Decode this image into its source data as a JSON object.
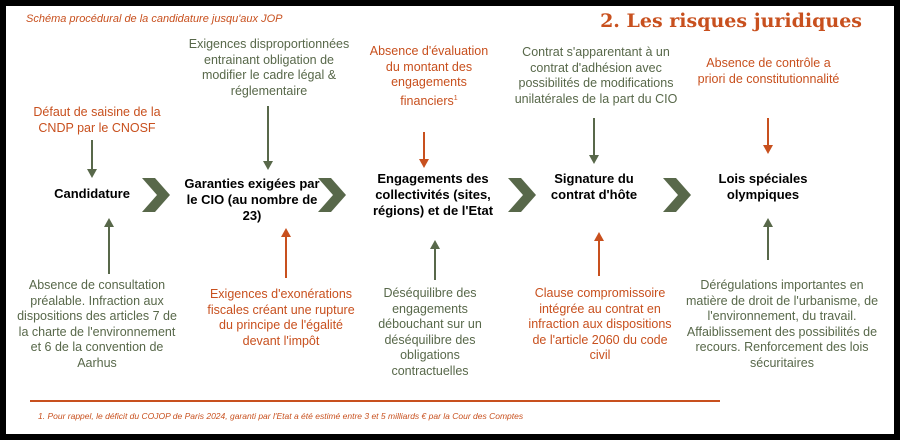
{
  "header": {
    "subtitle": "Schéma procédural de la candidature jusqu'aux JOP",
    "title": "2. Les risques juridiques"
  },
  "colors": {
    "accent": "#c8501e",
    "green": "#58684a",
    "chevron": "#58684a"
  },
  "steps": [
    {
      "label": "Candidature",
      "top_note": "Défaut de saisine de la CNDP par le CNOSF",
      "top_color": "orange",
      "bottom_note": "Absence de consultation préalable. Infraction aux dispositions des articles 7 de la charte de l'environnement et 6 de la convention de Aarhus",
      "bottom_color": "green"
    },
    {
      "label": "Garanties exigées par le CIO (au nombre de 23)",
      "top_note": "Exigences disproportionnées entrainant obligation de modifier le cadre légal & réglementaire",
      "top_color": "green",
      "bottom_note": "Exigences d'exonérations fiscales créant une rupture du principe de l'égalité devant l'impôt",
      "bottom_color": "orange"
    },
    {
      "label": "Engagements des collectivités (sites, régions) et de l'Etat",
      "top_note": "Absence d'évaluation du montant des engagements financiers",
      "top_note_sup": "1",
      "top_color": "orange",
      "bottom_note": "Déséquilibre des engagements débouchant sur un déséquilibre des obligations contractuelles",
      "bottom_color": "green"
    },
    {
      "label": "Signature du contrat d'hôte",
      "top_note": "Contrat s'apparentant à un contrat d'adhésion avec possibilités de modifications unilatérales de la part du CIO",
      "top_color": "green",
      "bottom_note": "Clause compromissoire intégrée au contrat en infraction aux dispositions de l'article 2060 du code civil",
      "bottom_color": "orange"
    },
    {
      "label": "Lois spéciales olympiques",
      "top_note": "Absence de contrôle a priori de constitutionnalité",
      "top_color": "orange",
      "bottom_note": "Dérégulations importantes en matière de droit de l'urbanisme, de l'environnement, du travail. Affaiblissement des possibilités de recours. Renforcement des lois sécuritaires",
      "bottom_color": "green"
    }
  ],
  "footnote": "1. Pour rappel, le déficit du COJOP de Paris 2024, garanti par l'Etat a été estimé entre 3 et 5 milliards € par la Cour des Comptes"
}
